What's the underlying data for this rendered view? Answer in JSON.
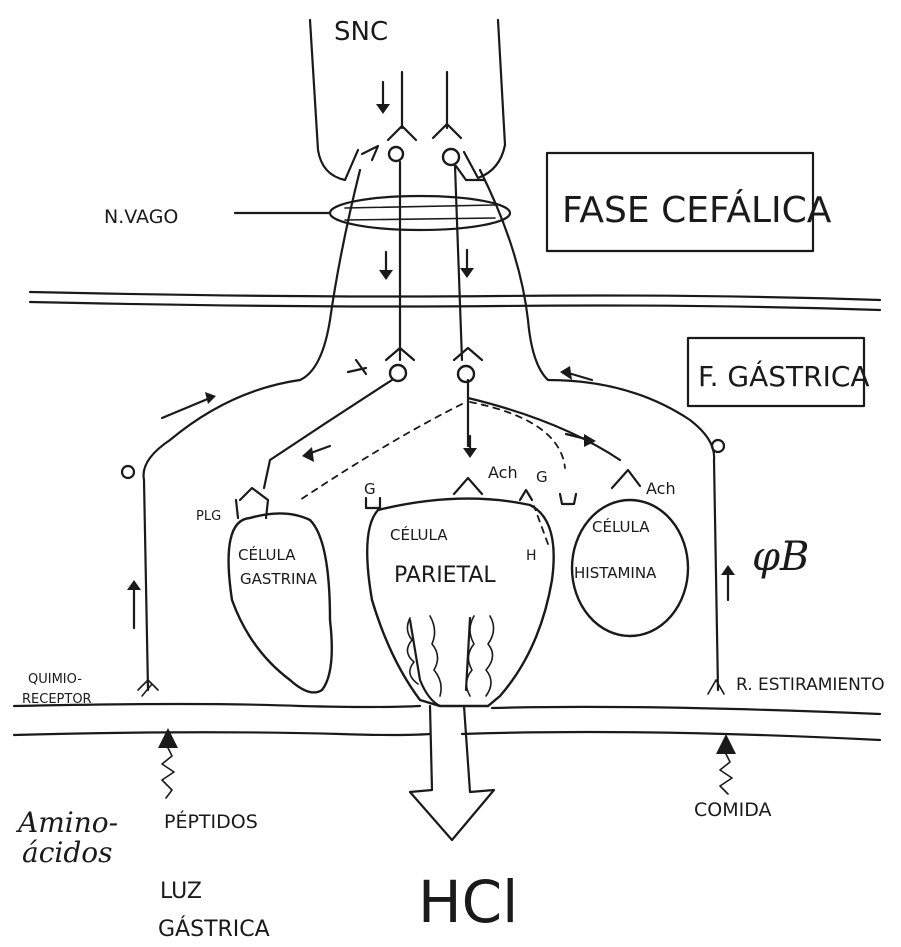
{
  "labels": {
    "snc": "SNC",
    "fase_cefalica": "FASE CEFÁLICA",
    "n_vago": "N.VAGO",
    "f_gastrica": "F. GÁSTRICA",
    "plg": "PLG",
    "g_left": "G",
    "g_right": "G",
    "ach_center": "Ach",
    "ach_right": "Ach",
    "h": "H",
    "celula_gastrina_line1": "CÉLULA",
    "celula_gastrina_line2": "GASTRINA",
    "celula_parietal_line1": "CÉLULA",
    "celula_parietal_line2": "PARIETAL",
    "celula_histamina_line1": "CÉLULA",
    "celula_histamina_line2": "HISTAMINA",
    "quimio_line1": "QUIMIO-",
    "quimio_line2": "RECEPTOR",
    "r_estiramiento": "R. ESTIRAMIENTO",
    "aminoacidos_line1": "Amino-",
    "aminoacidos_line2": "ácidos",
    "peptidos": "PÉPTIDOS",
    "comida": "COMIDA",
    "luz_line1": "LUZ",
    "luz_line2": "GÁSTRICA",
    "hcl": "HCl",
    "initials": "φB"
  },
  "colors": {
    "ink": "#1a1a1a",
    "paper": "#ffffff"
  }
}
